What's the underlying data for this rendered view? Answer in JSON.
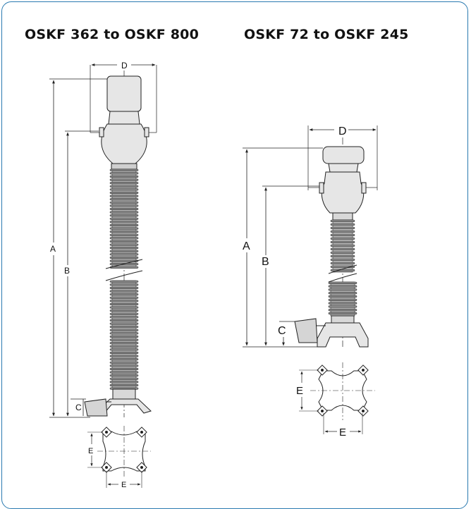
{
  "titles": {
    "left": "OSKF 362 to OSKF 800",
    "right": "OSKF 72 to OSKF 245"
  },
  "labels": {
    "left": {
      "A": "A",
      "B": "B",
      "C": "C",
      "D": "D",
      "E_vertical": "E",
      "E_horizontal": "E"
    },
    "right": {
      "A": "A",
      "B": "B",
      "C": "C",
      "D": "D",
      "E_vertical": "E",
      "E_horizontal": "E"
    }
  },
  "colors": {
    "frame": "#2a7ab0",
    "drawing_stroke": "#222222",
    "body_fill": "#e6e6e6",
    "rib_fill": "#8a8a8a"
  }
}
